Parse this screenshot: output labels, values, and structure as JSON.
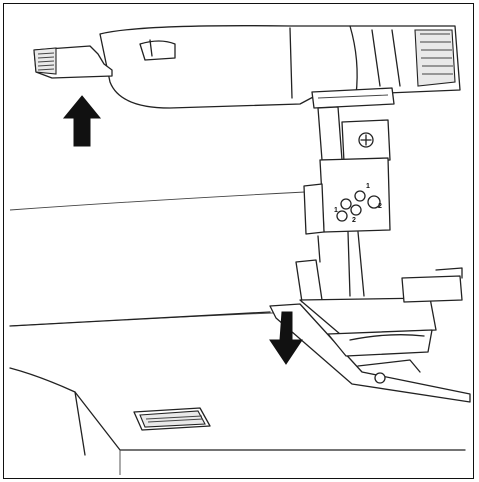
{
  "figure": {
    "needle_clamp_labels": [
      "1",
      "2",
      "1",
      "2"
    ],
    "arrows": [
      {
        "name": "lift-arrow",
        "direction": "up",
        "color": "#111111"
      },
      {
        "name": "lower-arrow",
        "direction": "down",
        "color": "#111111"
      }
    ],
    "colors": {
      "line": "#222222",
      "background": "#ffffff",
      "arrow": "#111111"
    }
  }
}
